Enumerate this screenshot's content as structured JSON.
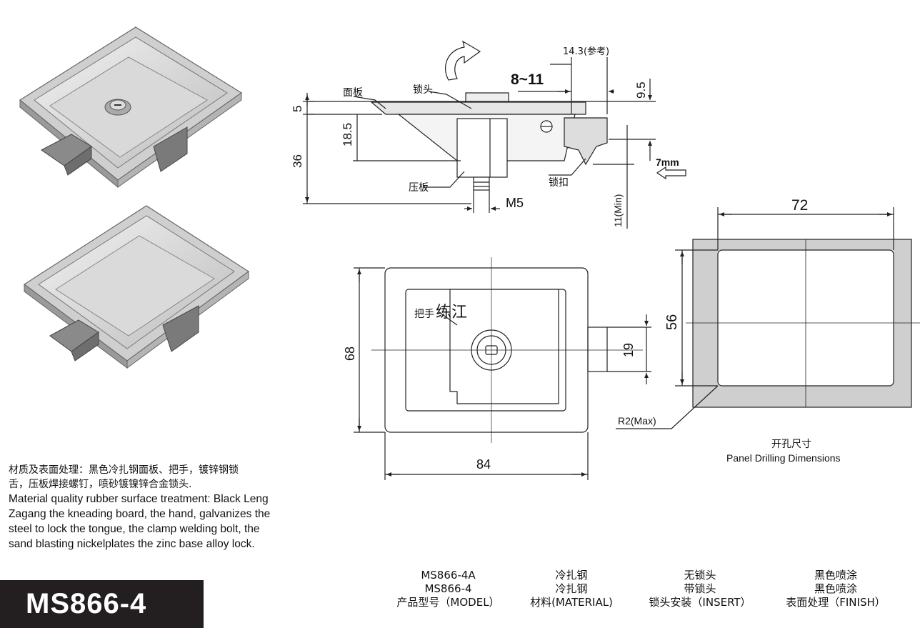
{
  "labels": {
    "dim_14_3": "14.3(参考)",
    "dim_8_11": "8~11",
    "dim_9_5": "9.5",
    "panel": "面板",
    "lock_head": "锁头",
    "dim_5": "5",
    "dim_18_5": "18.5",
    "dim_36": "36",
    "dim_7mm": "7mm",
    "latch": "锁扣",
    "clamp_plate": "压板",
    "m5": "M5",
    "dim_11min": "11(Min)",
    "dim_72": "72",
    "dim_56": "56",
    "handle": "把手",
    "watermark": "练江",
    "dim_68": "68",
    "dim_19": "19",
    "r2": "R2(Max)",
    "dim_84": "84",
    "cutout_cn": "开孔尺寸",
    "cutout_en": "Panel Drilling Dimensions"
  },
  "description": {
    "cn_line1": "材质及表面处理：黑色冷扎钢面板、把手，镀锌钢锁",
    "cn_line2": "舌，压板焊接螺钉，喷砂镀镍锌合金锁头.",
    "en_line1": "Material quality rubber surface treatment: Black Leng",
    "en_line2": "Zagang the kneading board, the hand, galvanizes the",
    "en_line3": "steel to lock the tongue, the clamp welding bolt, the",
    "en_line4": "sand blasting nickelplates the zinc base alloy lock."
  },
  "model_title": "MS866-4",
  "spec_table": {
    "columns": [
      {
        "rows": [
          "MS866-4A",
          "MS866-4"
        ],
        "header": "产品型号（MODEL）"
      },
      {
        "rows": [
          "冷扎钢",
          "冷扎钢"
        ],
        "header": "材料(MATERIAL)"
      },
      {
        "rows": [
          "无锁头",
          "带锁头"
        ],
        "header": "锁头安装（INSERT）"
      },
      {
        "rows": [
          "黑色喷涂",
          "黑色喷涂"
        ],
        "header": "表面处理（FINISH）"
      }
    ]
  },
  "colors": {
    "metal_light": "#e4e4e4",
    "metal_mid": "#c9c9c9",
    "metal_dark": "#8e8e8e",
    "cutout_fill": "#cfcfcf",
    "model_bg": "#231f20"
  }
}
